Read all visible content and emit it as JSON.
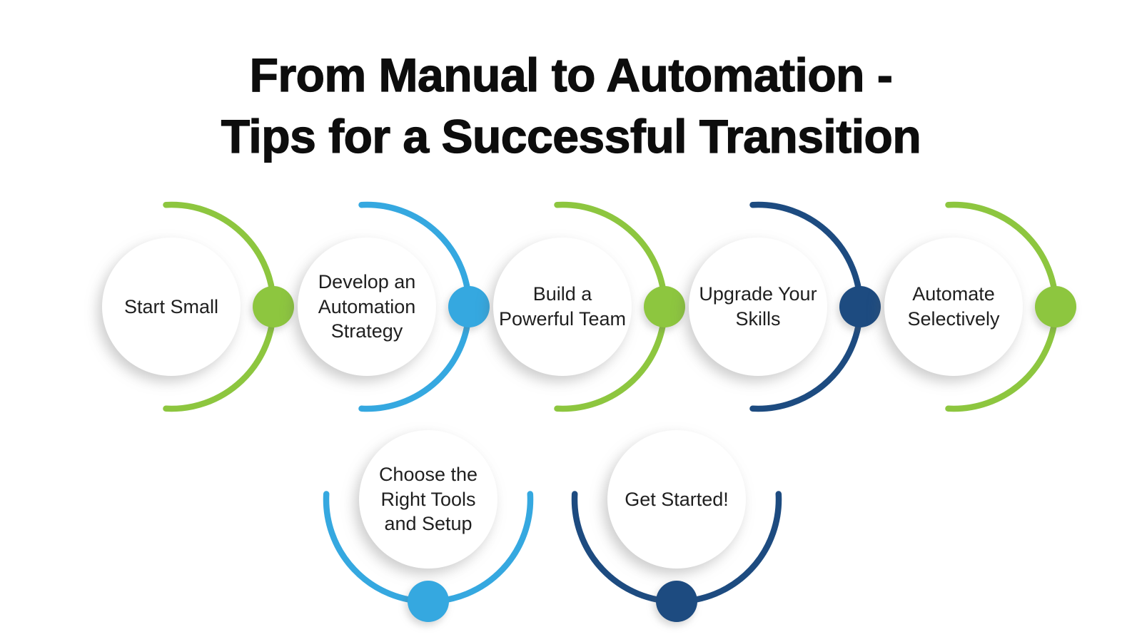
{
  "title_lines": [
    "From Manual to Automation -",
    "Tips for a Successful Transition"
  ],
  "colors": {
    "green": "#8DC63F",
    "blue": "#35A8E0",
    "navy": "#1D4B80",
    "title_text": "#0d0d0d",
    "label_text": "#1f1f1f",
    "circle_fill": "#ffffff",
    "background": "#ffffff"
  },
  "steps": [
    {
      "id": 1,
      "label_lines": [
        "Start Small"
      ],
      "color": "#8DC63F",
      "arc_position": "right"
    },
    {
      "id": 2,
      "label_lines": [
        "Develop an",
        "Automation",
        "Strategy"
      ],
      "color": "#35A8E0",
      "arc_position": "right"
    },
    {
      "id": 3,
      "label_lines": [
        "Build a",
        "Powerful Team"
      ],
      "color": "#8DC63F",
      "arc_position": "right"
    },
    {
      "id": 4,
      "label_lines": [
        "Upgrade Your",
        "Skills"
      ],
      "color": "#1D4B80",
      "arc_position": "right"
    },
    {
      "id": 5,
      "label_lines": [
        "Automate",
        "Selectively"
      ],
      "color": "#8DC63F",
      "arc_position": "right"
    },
    {
      "id": 6,
      "label_lines": [
        "Choose the",
        "Right Tools",
        "and Setup"
      ],
      "color": "#35A8E0",
      "arc_position": "bottom"
    },
    {
      "id": 7,
      "label_lines": [
        "Get Started!"
      ],
      "color": "#1D4B80",
      "arc_position": "bottom"
    }
  ]
}
